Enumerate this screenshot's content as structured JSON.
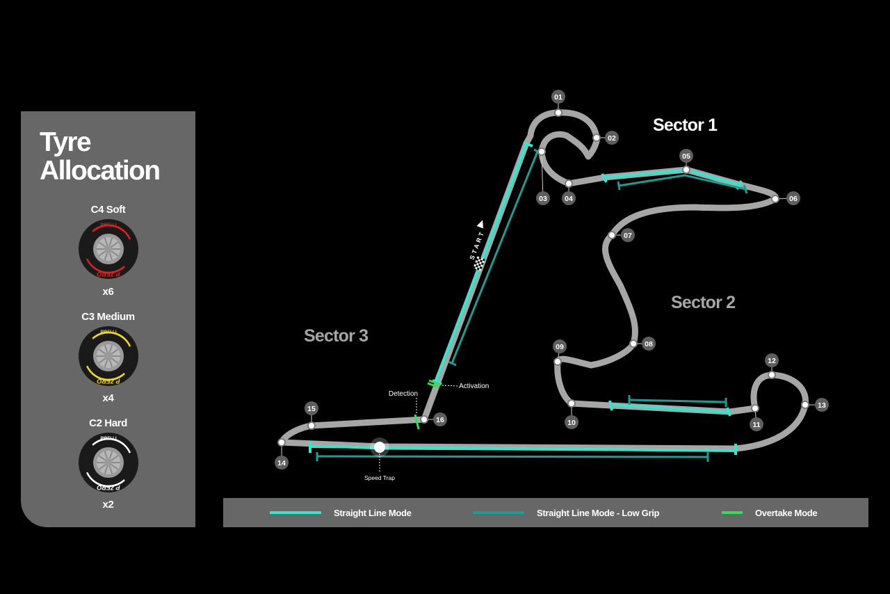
{
  "tyre_allocation": {
    "title": "Tyre\nAllocation",
    "tyres": [
      {
        "name": "C4 Soft",
        "quantity": "x6",
        "color": "#e0201e"
      },
      {
        "name": "C3 Medium",
        "quantity": "x4",
        "color": "#f4dc1c"
      },
      {
        "name": "C2 Hard",
        "quantity": "x2",
        "color": "#ffffff"
      }
    ],
    "brand": "PIRELLI",
    "sidewall": "P ZERO"
  },
  "track": {
    "sectors": [
      "Sector 1",
      "Sector 2",
      "Sector 3"
    ],
    "corners": [
      "01",
      "02",
      "03",
      "04",
      "05",
      "06",
      "07",
      "08",
      "09",
      "10",
      "11",
      "12",
      "13",
      "14",
      "15",
      "16"
    ],
    "start_label": "START",
    "detection_label": "Detection",
    "activation_label": "Activation",
    "speed_trap_label": "Speed Trap"
  },
  "legend": [
    {
      "label": "Straight Line Mode",
      "color": "#33e6cc"
    },
    {
      "label": "Straight Line Mode - Low Grip",
      "color": "#1a9e94"
    },
    {
      "label": "Overtake Mode",
      "color": "#33dd55"
    }
  ],
  "colors": {
    "background": "#000000",
    "panel": "#676767",
    "track": "#a6a6a6",
    "sector1_label": "#ffffff",
    "sector_label": "#a6a6a6"
  }
}
